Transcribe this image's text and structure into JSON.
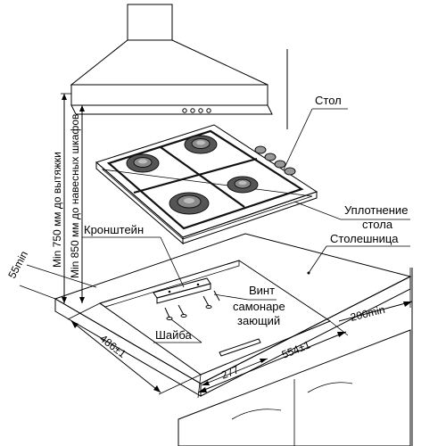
{
  "labels": {
    "table": "Стол",
    "seal_line1": "Уплотнение",
    "seal_line2": "стола",
    "countertop": "Столешница",
    "bracket": "Кронштейн",
    "screw_line1": "Винт",
    "screw_line2": "самонаре",
    "screw_line3": "зающий",
    "washer": "Шайба"
  },
  "dimensions": {
    "hood_clearance": "Min 750 мм до вытяжки",
    "cabinet_clearance": "Min 850 мм до навесных шкафов",
    "edge_min": "55min",
    "depth": "486±1",
    "width": "554±1",
    "half_width": "277",
    "rear_min": "200min"
  },
  "colors": {
    "countertop": "#bdbdbd",
    "countertop_edge": "#9a9a9a",
    "hob_top": "#333333",
    "hob_edge": "#1e1e1e",
    "burner": "#8a8a8a",
    "cutout": "#ffffff",
    "hood": "#ffffff"
  }
}
